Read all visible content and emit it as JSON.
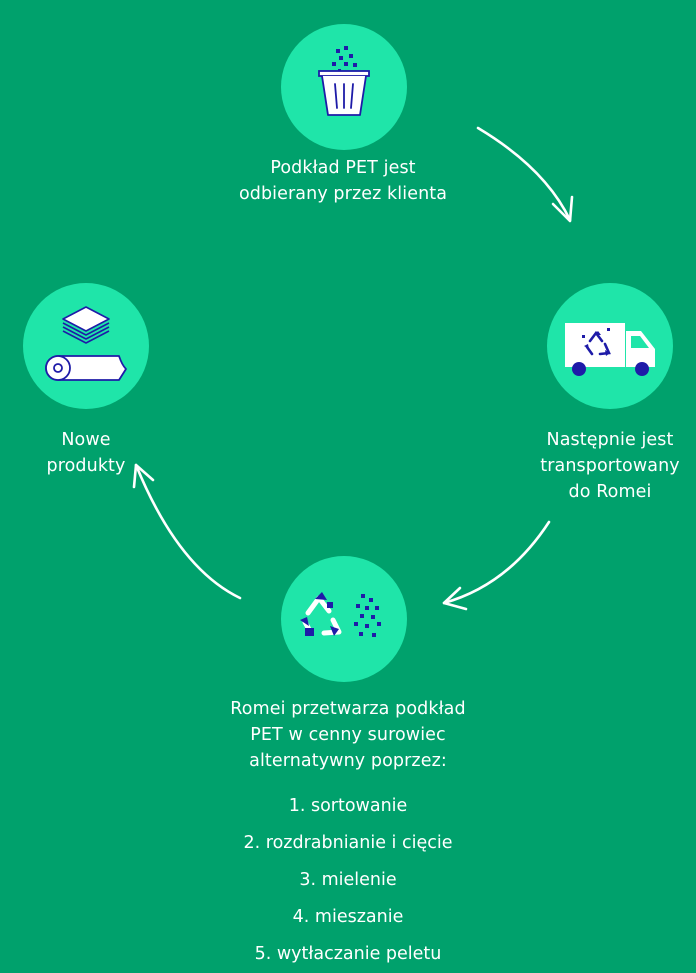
{
  "steps": {
    "collect": {
      "icon": "trash-bin-icon",
      "label_lines": [
        "Podkład PET jest",
        "odbierany przez klienta"
      ]
    },
    "transport": {
      "icon": "recycling-truck-icon",
      "label_lines": [
        "Następnie jest",
        "transportowany",
        "do Romei"
      ]
    },
    "process": {
      "icon": "recycling-granules-icon",
      "label_lines": [
        "Romei przetwarza podkład",
        "PET w cenny surowiec",
        "alternatywny poprzez:"
      ],
      "substeps": [
        "1. sortowanie",
        "2. rozdrabnianie i cięcie",
        "3. mielenie",
        "4. mieszanie",
        "5. wytłaczanie peletu"
      ]
    },
    "products": {
      "icon": "layers-and-roll-icon",
      "label_lines": [
        "Nowe",
        "produkty"
      ]
    }
  },
  "colors": {
    "background": "#00A16C",
    "circle": "#1FE5A9",
    "icon_navy": "#1E1BA8",
    "arrow": "#FFFFFF"
  }
}
